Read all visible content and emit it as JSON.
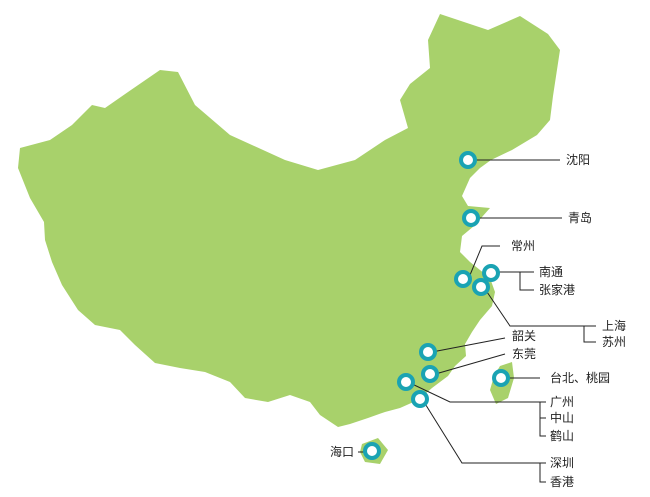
{
  "colors": {
    "land": "#a8d16b",
    "marker": "#1aa3b3",
    "leader": "#222222",
    "text": "#222222",
    "background": "#ffffff"
  },
  "labels": {
    "shenyang": "沈阳",
    "qingdao": "青岛",
    "changzhou": "常州",
    "nantong": "南通",
    "zhangjiagang": "张家港",
    "shanghai": "上海",
    "suzhou": "苏州",
    "shaoguan": "韶关",
    "dongguan": "东莞",
    "taipei_taoyuan": "台北、桃园",
    "guangzhou": "广州",
    "zhongshan": "中山",
    "heshan": "鹤山",
    "shenzhen": "深圳",
    "hongkong": "香港",
    "haikou": "海口"
  }
}
